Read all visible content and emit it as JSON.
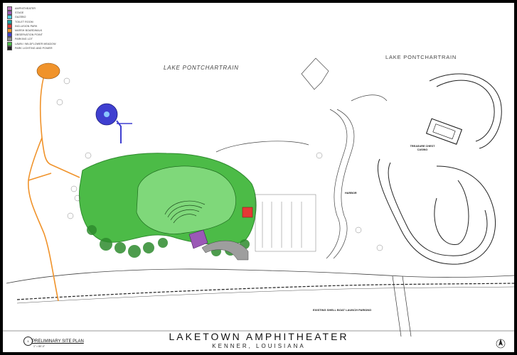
{
  "legend": [
    {
      "label": "AMPHITHEATER",
      "color": "#c07bc8"
    },
    {
      "label": "STAGE",
      "color": "#9b59b6"
    },
    {
      "label": "GAZEBO",
      "color": "#4dd0e1"
    },
    {
      "label": "TOILET ROOM",
      "color": "#1aa3a3"
    },
    {
      "label": "INCLUSION PARK",
      "color": "#e53935"
    },
    {
      "label": "MARSH BOARDWALK",
      "color": "#f0932b"
    },
    {
      "label": "OBSERVATION POINT",
      "color": "#3f3fd0"
    },
    {
      "label": "PARKING LOT",
      "color": "#888888"
    },
    {
      "label": "LAWN / WILDFLOWER MEADOW",
      "color": "#4cbb47"
    },
    {
      "label": "PARK LIGHTING AND POWER",
      "color": "#222222"
    }
  ],
  "labels": {
    "lake_center": "LAKE PONTCHARTRAIN",
    "lake_right": "LAKE PONTCHARTRAIN",
    "casino_line1": "TREASURE CHEST",
    "casino_line2": "CASINO",
    "harbor": "HARBOR",
    "boat_launch": "EXISTING SHELL BOAT LAUNCH PARKING"
  },
  "title_block": {
    "title": "LAKETOWN AMPHITHEATER",
    "subtitle": "KENNER, LOUISIANA",
    "sheet_title": "PRELIMINARY SITE PLAN",
    "sheet_scale": "1\" = 80'-0\"",
    "sheet_number": "1"
  },
  "colors": {
    "lawn": "#4cbb47",
    "lawn_dark": "#2e8b2e",
    "bowl": "#7fd87a",
    "boardwalk": "#f0932b",
    "observation": "#3f3fd0",
    "stage": "#9b59b6",
    "inclusion": "#e53935",
    "road": "#444444"
  }
}
